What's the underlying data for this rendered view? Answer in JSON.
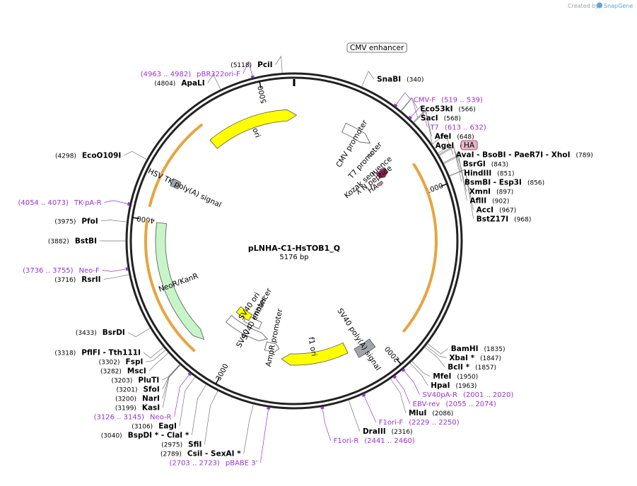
{
  "app": {
    "credit_prefix": "Created by",
    "credit_brand": "SnapGene"
  },
  "plasmid": {
    "name": "pLNHA-C1-HsTOB1_Q",
    "length_label": "5176 bp",
    "length": 5176,
    "ticks": [
      "1000",
      "2000",
      "3000",
      "4000",
      "5000"
    ]
  },
  "boxed_labels": [
    {
      "name": "CMV enhancer"
    },
    {
      "name": "HA"
    }
  ],
  "features": [
    {
      "name": "CMV promoter",
      "start": 341,
      "end": 544,
      "color": "#ffffff"
    },
    {
      "name": "T7 promoter",
      "start": 589,
      "end": 607,
      "color": "#ffffff"
    },
    {
      "name": "λ N peptide",
      "start": 730,
      "end": 790,
      "color": "#9e2557"
    },
    {
      "name": "HA",
      "start": 800,
      "end": 826,
      "color": "#c48aa3"
    },
    {
      "name": "Kozak sequence",
      "start": 706,
      "end": 715,
      "color": "#ffffff"
    },
    {
      "name": "SV40 poly(A) signal",
      "start": 2050,
      "end": 2170,
      "color": "#a0a5ab"
    },
    {
      "name": "f1 ori",
      "start": 2220,
      "end": 2675,
      "color": "#ffff00"
    },
    {
      "name": "AmpR promoter",
      "start": 2702,
      "end": 2805,
      "color": "#ffffff"
    },
    {
      "name": "SV40 promoter",
      "start": 2806,
      "end": 3163,
      "color": "#ffffff"
    },
    {
      "name": "SV40 enhancer",
      "start": 2900,
      "end": 3050,
      "color": "#ffffff"
    },
    {
      "name": "SV40 ori",
      "start": 3014,
      "end": 3149,
      "color": "#ffff00"
    },
    {
      "name": "NeoR/KanR",
      "start": 3198,
      "end": 3992,
      "color": "#c8f5c8"
    },
    {
      "name": "HSV TK poly(A) signal",
      "start": 4228,
      "end": 4275,
      "color": "#a0a5ab"
    },
    {
      "name": "ori",
      "start": 4604,
      "end": 5192,
      "color": "#ffff00"
    }
  ],
  "orfs": [
    {
      "start": 827,
      "end": 1860
    },
    {
      "start": 3198,
      "end": 3992
    },
    {
      "start": 4080,
      "end": 4620
    }
  ],
  "sites": [
    {
      "name": "PciI",
      "pos": "(5118)",
      "at": 5118
    },
    {
      "name": "ApaLI",
      "pos": "(4804)",
      "at": 4804
    },
    {
      "name": "SnaBI",
      "pos": "(340)",
      "at": 340
    },
    {
      "name": "Eco53kI",
      "pos": "(566)",
      "at": 566
    },
    {
      "name": "SacI",
      "pos": "(568)",
      "at": 568
    },
    {
      "name": "AfeI",
      "pos": "(648)",
      "at": 648
    },
    {
      "name": "AgeI",
      "pos": "(652)",
      "at": 652
    },
    {
      "name": "AvaI - BsoBI - PaeR7I - XhoI",
      "pos": "(789)",
      "at": 789
    },
    {
      "name": "BsrGI",
      "pos": "(843)",
      "at": 843
    },
    {
      "name": "HindIII",
      "pos": "(851)",
      "at": 851
    },
    {
      "name": "BsmBI - Esp3I",
      "pos": "(856)",
      "at": 856
    },
    {
      "name": "XmnI",
      "pos": "(897)",
      "at": 897
    },
    {
      "name": "AflII",
      "pos": "(902)",
      "at": 902
    },
    {
      "name": "AccI",
      "pos": "(967)",
      "at": 967
    },
    {
      "name": "BstZ17I",
      "pos": "(968)",
      "at": 968
    },
    {
      "name": "EcoO109I",
      "pos": "(4298)",
      "at": 4298
    },
    {
      "name": "PfoI",
      "pos": "(3975)",
      "at": 3975
    },
    {
      "name": "BstBI",
      "pos": "(3882)",
      "at": 3882
    },
    {
      "name": "RsrII",
      "pos": "(3716)",
      "at": 3716
    },
    {
      "name": "BsrDI",
      "pos": "(3433)",
      "at": 3433
    },
    {
      "name": "PflFI - Tth111I",
      "pos": "(3318)",
      "at": 3318
    },
    {
      "name": "FspI",
      "pos": "(3302)",
      "at": 3302
    },
    {
      "name": "MscI",
      "pos": "(3282)",
      "at": 3282
    },
    {
      "name": "PluTI",
      "pos": "(3203)",
      "at": 3203
    },
    {
      "name": "SfoI",
      "pos": "(3201)",
      "at": 3201
    },
    {
      "name": "NarI",
      "pos": "(3200)",
      "at": 3200
    },
    {
      "name": "KasI",
      "pos": "(3199)",
      "at": 3199
    },
    {
      "name": "EagI",
      "pos": "(3106)",
      "at": 3106
    },
    {
      "name": "BspDI * - ClaI *",
      "pos": "(3040)",
      "at": 3040
    },
    {
      "name": "SfiI",
      "pos": "(2975)",
      "at": 2975
    },
    {
      "name": "CsiI - SexAI *",
      "pos": "(2789)",
      "at": 2789
    },
    {
      "name": "BamHI",
      "pos": "(1835)",
      "at": 1835
    },
    {
      "name": "XbaI *",
      "pos": "(1847)",
      "at": 1847
    },
    {
      "name": "BclI *",
      "pos": "(1857)",
      "at": 1857
    },
    {
      "name": "MfeI",
      "pos": "(1950)",
      "at": 1950
    },
    {
      "name": "HpaI",
      "pos": "(1963)",
      "at": 1963
    },
    {
      "name": "MluI",
      "pos": "(2086)",
      "at": 2086
    },
    {
      "name": "DraIII",
      "pos": "(2316)",
      "at": 2316
    }
  ],
  "primers": [
    {
      "name": "pBR322ori-F",
      "range": "(4963 .. 4982)",
      "at": 4972
    },
    {
      "name": "CMV-F",
      "range": "(519 .. 539)",
      "at": 529
    },
    {
      "name": "T7",
      "range": "(613 .. 632)",
      "at": 622
    },
    {
      "name": "TK-pA-R",
      "range": "(4054 .. 4073)",
      "at": 4063
    },
    {
      "name": "Neo-F",
      "range": "(3736 .. 3755)",
      "at": 3745
    },
    {
      "name": "Neo-R",
      "range": "(3126 .. 3145)",
      "at": 3135
    },
    {
      "name": "pBABE 3'",
      "range": "(2703 .. 2723)",
      "at": 2713
    },
    {
      "name": "SV40pA-R",
      "range": "(2001 .. 2020)",
      "at": 2010
    },
    {
      "name": "EBV-rev",
      "range": "(2055 .. 2074)",
      "at": 2064
    },
    {
      "name": "F1ori-F",
      "range": "(2229 .. 2250)",
      "at": 2239
    },
    {
      "name": "F1ori-R",
      "range": "(2441 .. 2460)",
      "at": 2450
    }
  ],
  "colors": {
    "backbone": "#222222",
    "site": "#000000",
    "primer": "#9b30d9",
    "orf": "#e8a440",
    "feature_stroke": "#555555",
    "credit": "#9aa6b2",
    "brand": "#5aa3e0"
  }
}
